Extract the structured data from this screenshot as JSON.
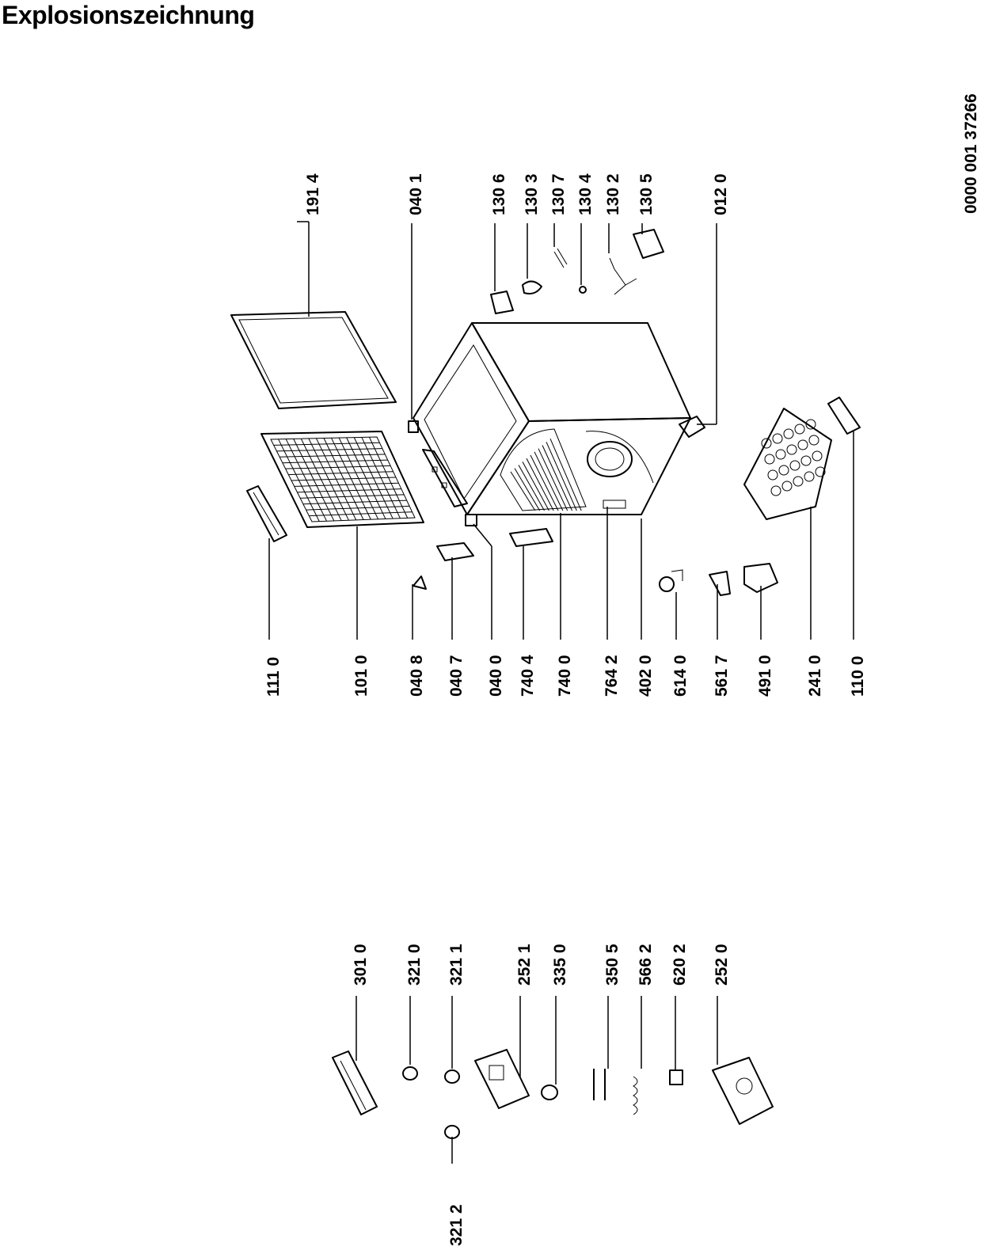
{
  "title": "Explosionszeichnung",
  "doc_number": "0000 001 37266",
  "labels_right": [
    "191 4",
    "040 1",
    "130 6",
    "130 3",
    "130 7",
    "130 4",
    "130 2",
    "130 5",
    "012 0"
  ],
  "labels_left": [
    "111 0",
    "101 0",
    "040 8",
    "040 7",
    "040 0",
    "740 4",
    "740 0",
    "764 2",
    "402 0",
    "614 0",
    "561 7",
    "491 0",
    "241 0",
    "110 0"
  ],
  "labels_bottom_group": [
    "301 0",
    "321 0",
    "321 1",
    "252 1",
    "335 0",
    "350 5",
    "566 2",
    "620 2",
    "252 0"
  ],
  "label_single": "321 2"
}
